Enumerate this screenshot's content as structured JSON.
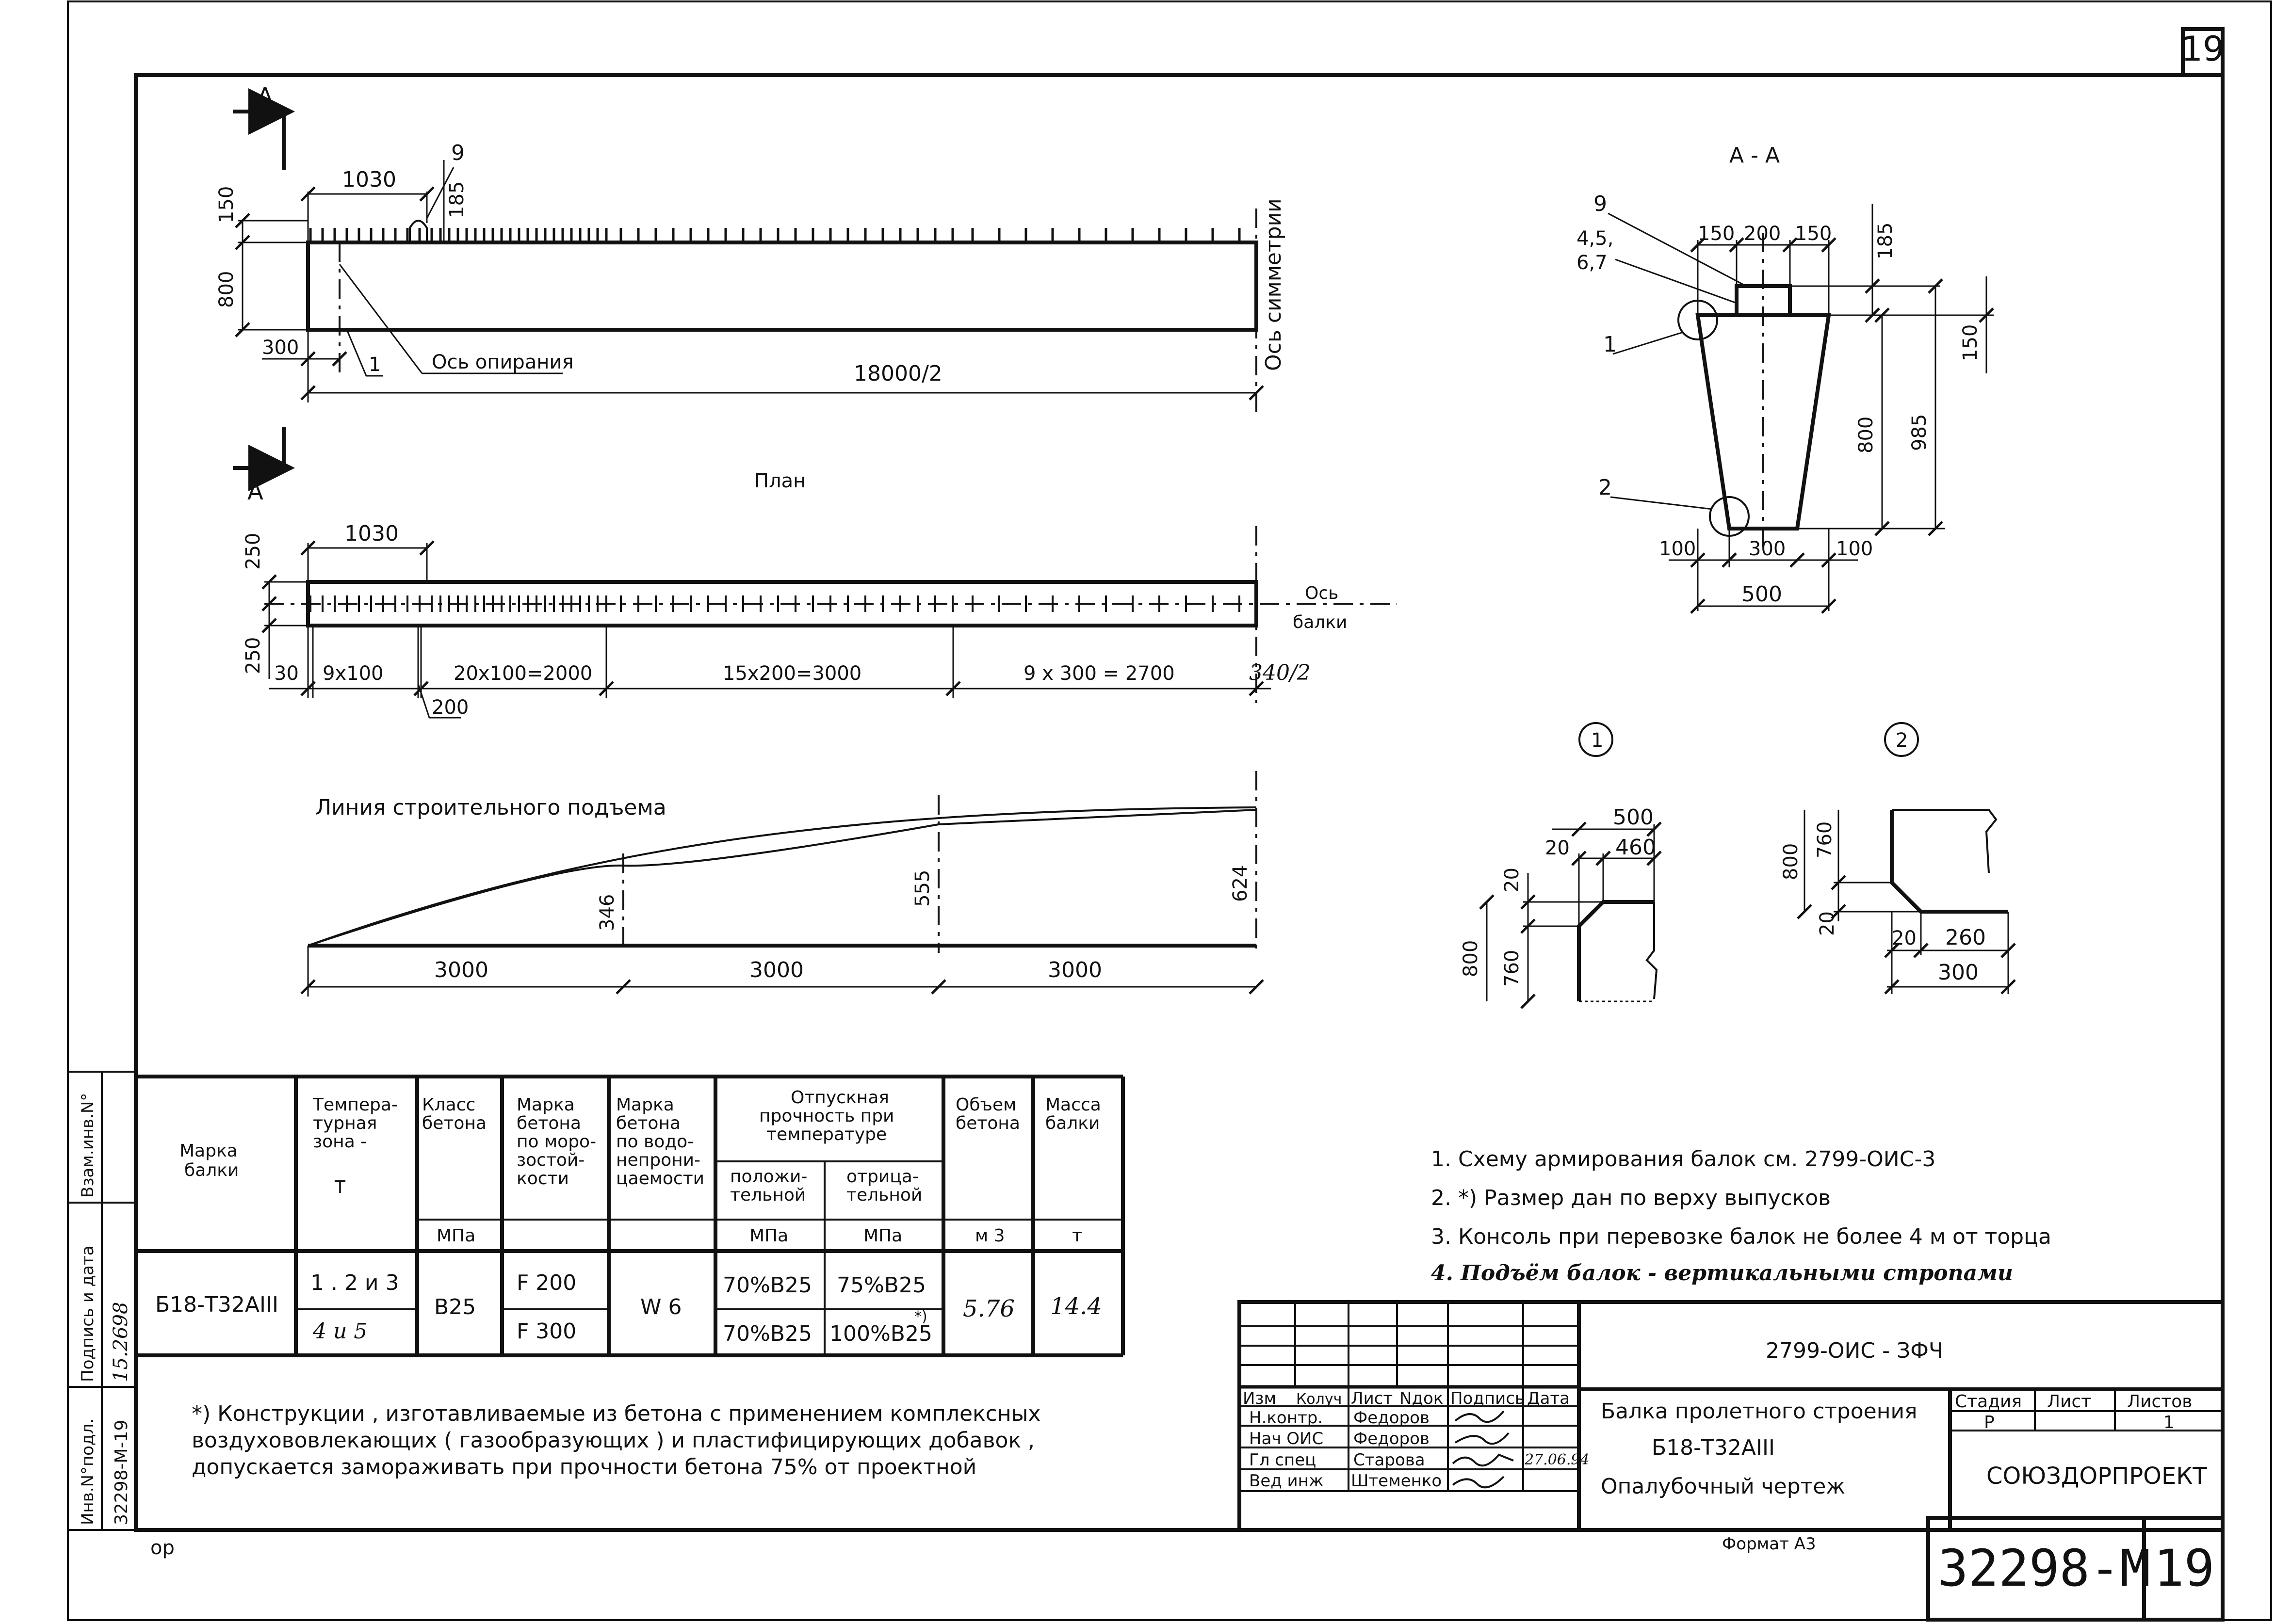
{
  "sheet": {
    "corner_page": "19",
    "format": "Формат А3",
    "doc_code": "32298-М",
    "sheet_number": "19",
    "bottom_left_note": "ор"
  },
  "side_stamp": {
    "inv_orig": "Инв.N°подл.",
    "sign_date": "Подпись и дата",
    "replace_inv": "Взам.инв.N°",
    "inv_value": "32298-М-19",
    "sign_value": "15.2698"
  },
  "elevation": {
    "section_mark": "А",
    "dim_top_left": "1030",
    "dim_185": "185",
    "leader_9": "9",
    "dim_150": "150",
    "dim_800": "800",
    "dim_300": "300",
    "leader_1": "1",
    "support_axis": "Ось опирания",
    "half_length": "18000/2",
    "symmetry_axis": "Ось симметрии"
  },
  "plan": {
    "title": "План",
    "section_mark": "А",
    "dim_1030": "1030",
    "dim_250_top": "250",
    "dim_250_bottom": "250",
    "beam_axis_1": "Ось",
    "beam_axis_2": "балки",
    "seg_30": "30",
    "seg_9x100": "9x100",
    "seg_20x100": "20x100=2000",
    "seg_15x200": "15x200=3000",
    "seg_9x300": "9  x  300  =  2700",
    "seg_340": "340/2",
    "dim_200": "200"
  },
  "camber": {
    "title": "Линия строительного подъема",
    "v1": "346",
    "v2": "555",
    "v3": "624",
    "s1": "3000",
    "s2": "3000",
    "s3": "3000"
  },
  "section": {
    "title": "А - А",
    "leader_9": "9",
    "leader_45": "4,5,",
    "leader_67": "6,7",
    "leader_1": "1",
    "leader_2": "2",
    "top_150a": "150",
    "top_200": "200",
    "top_150b": "150",
    "dim_185": "185",
    "dim_150": "150",
    "dim_800": "800",
    "dim_985": "985",
    "bot_100a": "100",
    "bot_300": "300",
    "bot_100b": "100",
    "bot_500": "500"
  },
  "detail1": {
    "mark": "1",
    "d500": "500",
    "d20": "20",
    "d460": "460",
    "v20": "20",
    "v800": "800",
    "v760": "760"
  },
  "detail2": {
    "mark": "2",
    "v800": "800",
    "v760": "760",
    "v20": "20",
    "h20": "20",
    "h260": "260",
    "h300": "300"
  },
  "notes": [
    "1.  Схему армирования балок см.  2799-ОИС-3",
    "2.  *) Размер дан по верху выпусков",
    "3.  Консоль при перевозке балок не более 4 м от торца",
    "4.  Подъём балок - вертикальными стропами"
  ],
  "table": {
    "headers": {
      "mark": [
        "Марка",
        "балки"
      ],
      "zone": [
        "Темпера-",
        "турная",
        "зона -",
        "",
        "Т"
      ],
      "class": [
        "Класс",
        "бетона"
      ],
      "frost": [
        "Марка",
        "бетона",
        "по моро-",
        "зостой-",
        "кости"
      ],
      "water": [
        "Марка",
        "бетона",
        "по водо-",
        "непрони-",
        "цаемости"
      ],
      "release": [
        "Отпускная",
        "прочность при",
        "температуре"
      ],
      "pos": [
        "положи-",
        "тельной"
      ],
      "neg": [
        "отрица-",
        "тельной"
      ],
      "volume": [
        "Объем",
        "бетона"
      ],
      "mass": [
        "Масса",
        "балки"
      ]
    },
    "units": {
      "class": "МПа",
      "pos": "МПа",
      "neg": "МПа",
      "volume": "м 3",
      "mass": "т"
    },
    "row": {
      "mark": "Б18-Т32АIII",
      "zone1": "1 . 2 и 3",
      "zone2": "4 и 5",
      "class": "В25",
      "frost1": "F  200",
      "frost2": "F  300",
      "water": "W  6",
      "pos1": "70%В25",
      "neg1": "75%В25",
      "pos2": "70%В25",
      "neg2": "100%В25",
      "star": "*)",
      "volume": "5.76",
      "mass": "14.4"
    }
  },
  "footnote": [
    "*) Конструкции , изготавливаемые из бетона с применением комплексных",
    "воздухововлекающих ( газообразующих ) и пластифицирующих добавок ,",
    "допускается замораживать при прочности бетона 75% от проектной"
  ],
  "title_block": {
    "doc": "2799-ОИС  - ЗФЧ",
    "cols": [
      "Изм",
      "Колуч",
      "Лист",
      "Nдок",
      "Подпись",
      "Дата"
    ],
    "people": [
      {
        "role": "Н.контр.",
        "name": "Федоров",
        "date": ""
      },
      {
        "role": "Нач ОИС",
        "name": "Федоров",
        "date": ""
      },
      {
        "role": "Гл спец",
        "name": "Старова",
        "date": "27.06.94"
      },
      {
        "role": "Вед инж",
        "name": "Штеменко",
        "date": ""
      }
    ],
    "title1": "Балка пролетного строения",
    "title2": "Б18-Т32АIII",
    "title3": "Опалубочный чертеж",
    "stage_label": "Стадия",
    "sheet_label": "Лист",
    "sheets_label": "Листов",
    "stage": "Р",
    "sheets": "1",
    "org": "СОЮЗДОРПРОЕКТ"
  }
}
